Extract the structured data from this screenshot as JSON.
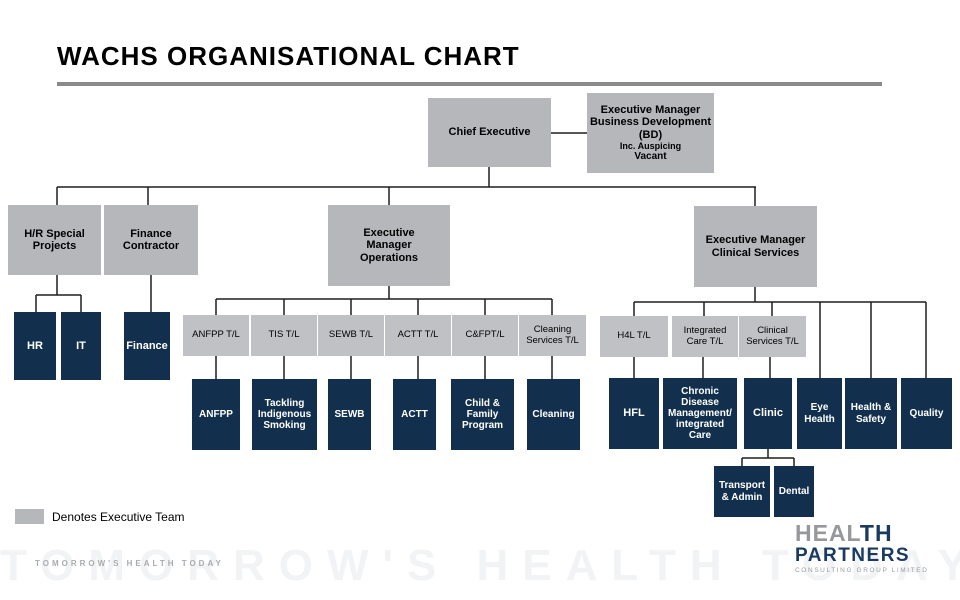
{
  "title": "WACHS ORGANISATIONAL CHART",
  "executive": {
    "chief": "Chief Executive",
    "bd": {
      "title": "Executive Manager Business Development (BD)",
      "note": "Inc. Auspicing",
      "status": "Vacant"
    },
    "hr_special": "H/R Special Projects",
    "finance_contractor": "Finance Contractor",
    "operations": "Executive Manager Operations",
    "clinical": "Executive Manager Clinical Services"
  },
  "corporate": {
    "hr": "HR",
    "it": "IT",
    "finance": "Finance"
  },
  "operations": {
    "team_leaders": [
      "ANFPP T/L",
      "TIS T/L",
      "SEWB T/L",
      "ACTT T/L",
      "C&FPT/L",
      "Cleaning Services T/L"
    ],
    "programs": [
      "ANFPP",
      "Tackling Indigenous Smoking",
      "SEWB",
      "ACTT",
      "Child & Family Program",
      "Cleaning"
    ]
  },
  "clinical": {
    "team_leaders": [
      "H4L T/L",
      "Integrated Care T/L",
      "Clinical Services T/L"
    ],
    "programs": [
      "HFL",
      "Chronic Disease Management/ integrated Care",
      "Clinic",
      "Eye Health",
      "Health & Safety",
      "Quality"
    ],
    "clinic_sub": [
      "Transport & Admin",
      "Dental"
    ]
  },
  "legend": {
    "label": "Denotes Executive Team"
  },
  "watermark": {
    "large": "TOMORROW'S HEALTH TODAY",
    "small": "TOMORROW'S HEALTH TODAY"
  },
  "logo": {
    "part1": "HEAL",
    "part2": "TH",
    "line2": "PARTNERS",
    "line3": "CONSULTING GROUP LIMITED"
  },
  "colors": {
    "executive_box": "#b6b7bb",
    "team_leader_box": "#c0c1c4",
    "program_box": "#12304e",
    "connector": "#1f1f1f",
    "title_rule": "#8a8a8a",
    "watermark_large": "#f2f3f5",
    "logo_navy": "#1b3a60",
    "logo_gray": "#97989b"
  }
}
